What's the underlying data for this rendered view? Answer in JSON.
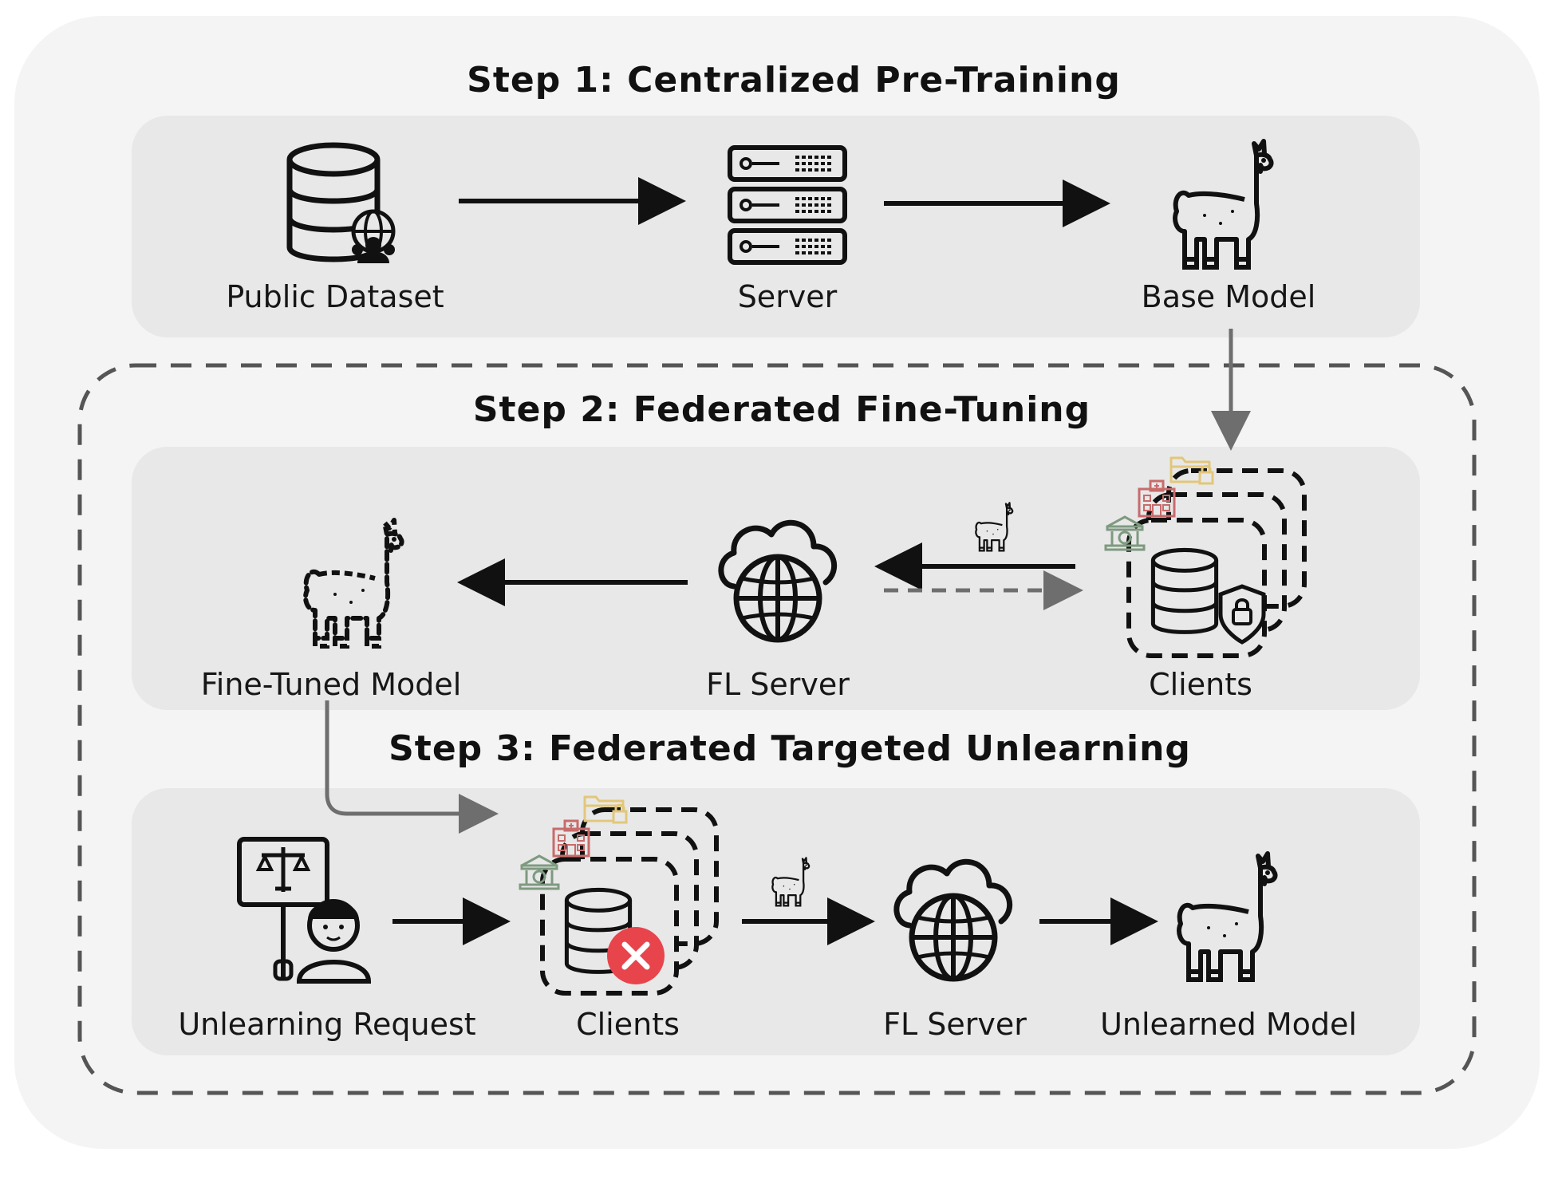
{
  "steps": {
    "step1_title": "Step 1: Centralized Pre-Training",
    "step2_title": "Step 2: Federated Fine-Tuning",
    "step3_title": "Step 3: Federated Targeted Unlearning"
  },
  "step1": {
    "public_dataset": "Public Dataset",
    "server": "Server",
    "base_model": "Base Model"
  },
  "step2": {
    "fine_tuned_model": "Fine-Tuned Model",
    "fl_server": "FL Server",
    "clients": "Clients"
  },
  "step3": {
    "unlearning_request": "Unlearning Request",
    "clients": "Clients",
    "fl_server": "FL Server",
    "unlearned_model": "Unlearned Model"
  },
  "colors": {
    "outer_bg": "#f4f4f4",
    "panel_bg": "#e8e8e8",
    "ink": "#111111",
    "gray_arrow": "#707070",
    "error_red": "#e8444c",
    "bank_green": "#7e9a80",
    "hospital_red": "#c86b6b",
    "folder_yellow": "#e2c77a"
  },
  "icons": [
    "database-globe-icon",
    "server-rack-icon",
    "llama-icon",
    "cloud-globe-icon",
    "database-shield-icon",
    "bank-icon",
    "hospital-icon",
    "folder-lock-icon",
    "scales-sign-person-icon",
    "error-x-icon"
  ]
}
